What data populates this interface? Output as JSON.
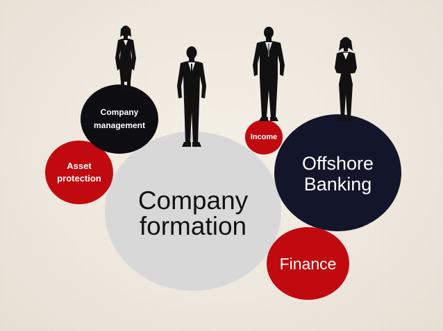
{
  "diagram": {
    "nodes": [
      {
        "id": "company-management",
        "label": "Company\nmanagement"
      },
      {
        "id": "asset-protection",
        "label": "Asset\nprotection"
      },
      {
        "id": "company-formation",
        "label": "Company\nformation"
      },
      {
        "id": "income",
        "label": "Income"
      },
      {
        "id": "offshore-banking",
        "label": "Offshore\nBanking"
      },
      {
        "id": "finance",
        "label": "Finance"
      }
    ],
    "people": [
      {
        "id": "woman-left",
        "icon": "businesswoman-silhouette-icon"
      },
      {
        "id": "man-center",
        "icon": "businessman-silhouette-icon"
      },
      {
        "id": "man-right",
        "icon": "businessman-silhouette-icon"
      },
      {
        "id": "woman-right",
        "icon": "businesswoman-silhouette-icon"
      }
    ],
    "colors": {
      "background": "#efe8de",
      "black_bubble": "#0e0d12",
      "navy_bubble": "#13162a",
      "red_bubble": "#c10a10",
      "grey_bubble": "#d8d8d8",
      "silhouette": "#111111"
    }
  }
}
